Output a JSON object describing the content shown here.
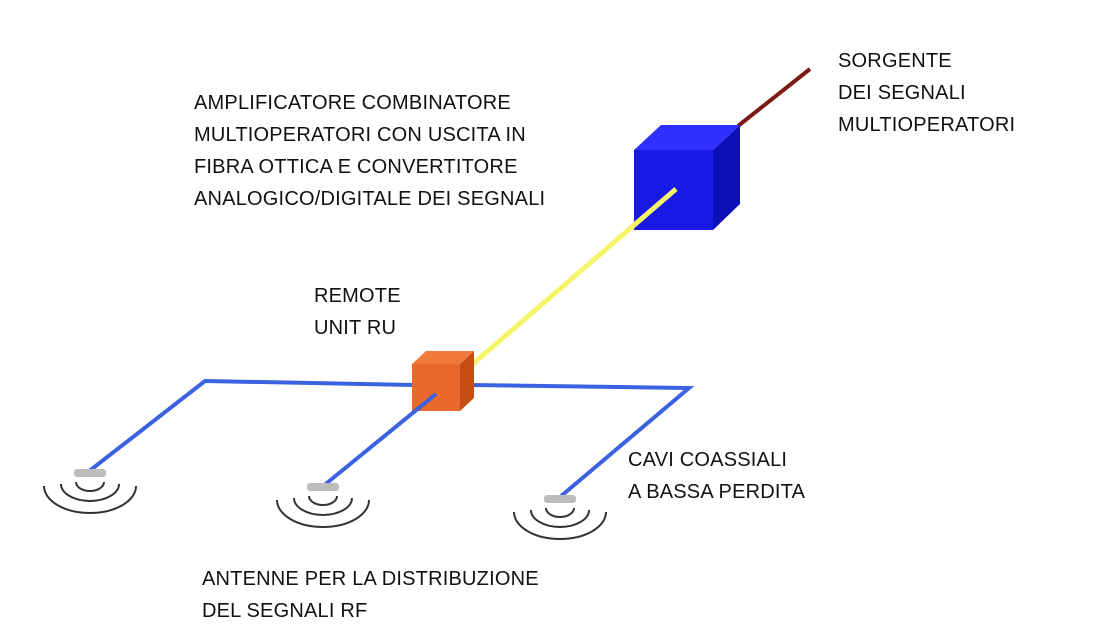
{
  "labels": {
    "source": [
      "SORGENTE",
      "DEI SEGNALI",
      "MULTIOPERATORI"
    ],
    "amplifier": [
      "AMPLIFICATORE COMBINATORE",
      "MULTIOPERATORI  CON USCITA  IN",
      "FIBRA OTTICA  E CONVERTITORE",
      "ANALOGICO/DIGITALE DEI SEGNALI"
    ],
    "remote_unit": [
      "REMOTE",
      "UNIT  RU"
    ],
    "coax": [
      "CAVI COASSIALI",
      "A BASSA PERDITA"
    ],
    "antennas": [
      "ANTENNE  PER LA DISTRIBUZIONE",
      "DEL SEGNALI  RF"
    ]
  },
  "colors": {
    "source_cable": "#7a1a12",
    "amplifier_box": "#1a1ae6",
    "fiber_cable": "#f5f56a",
    "remote_unit_box": "#e8692a",
    "coax_cable": "#3b62e0",
    "antenna_waves": "#333333",
    "antenna_body": "#bdbdbd"
  }
}
